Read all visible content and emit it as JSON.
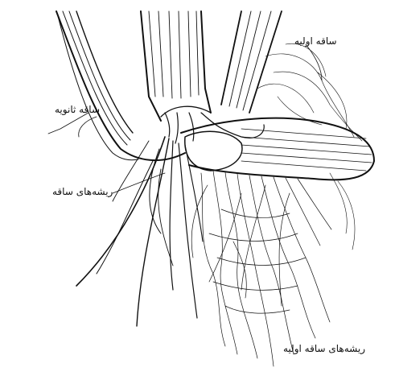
{
  "labels": {
    "primary_stem": "ساقه اولیه",
    "secondary_stem": "ساقه ثانویه",
    "stem_roots": "ریشه‌های ساقه",
    "primary_stem_roots": "ریشه‌های ساقه اولیه"
  }
}
